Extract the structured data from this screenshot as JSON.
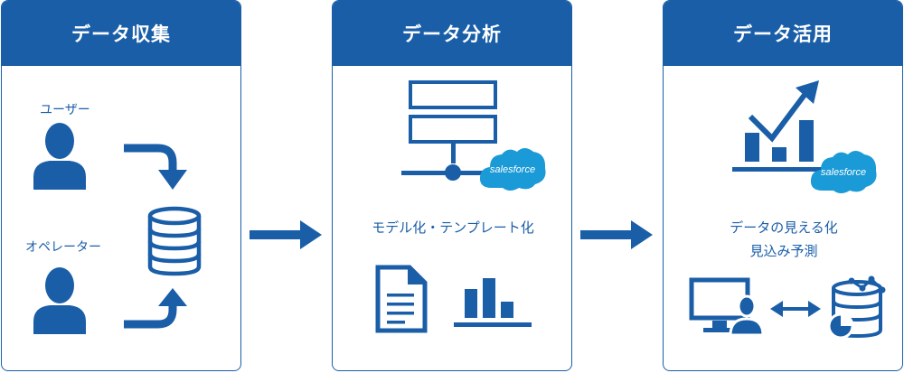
{
  "panels": {
    "collect": {
      "title": "データ収集",
      "user_label": "ユーザー",
      "operator_label": "オペレーター"
    },
    "analyze": {
      "title": "データ分析",
      "caption": "モデル化・テンプレート化",
      "salesforce_badge": "salesforce"
    },
    "utilize": {
      "title": "データ活用",
      "caption_line1": "データの見える化",
      "caption_line2": "見込み予測",
      "salesforce_badge": "salesforce"
    }
  },
  "colors": {
    "primary": "#1a5ea8",
    "cloud": "#1a9ad6",
    "background": "#ffffff"
  },
  "icons": [
    "user-icon",
    "operator-icon",
    "database-icon",
    "server-icon",
    "salesforce-cloud-icon",
    "document-icon",
    "bar-chart-icon",
    "growth-chart-icon",
    "monitor-user-icon",
    "sync-arrow-icon",
    "database-chart-icon",
    "flow-arrow-icon"
  ]
}
